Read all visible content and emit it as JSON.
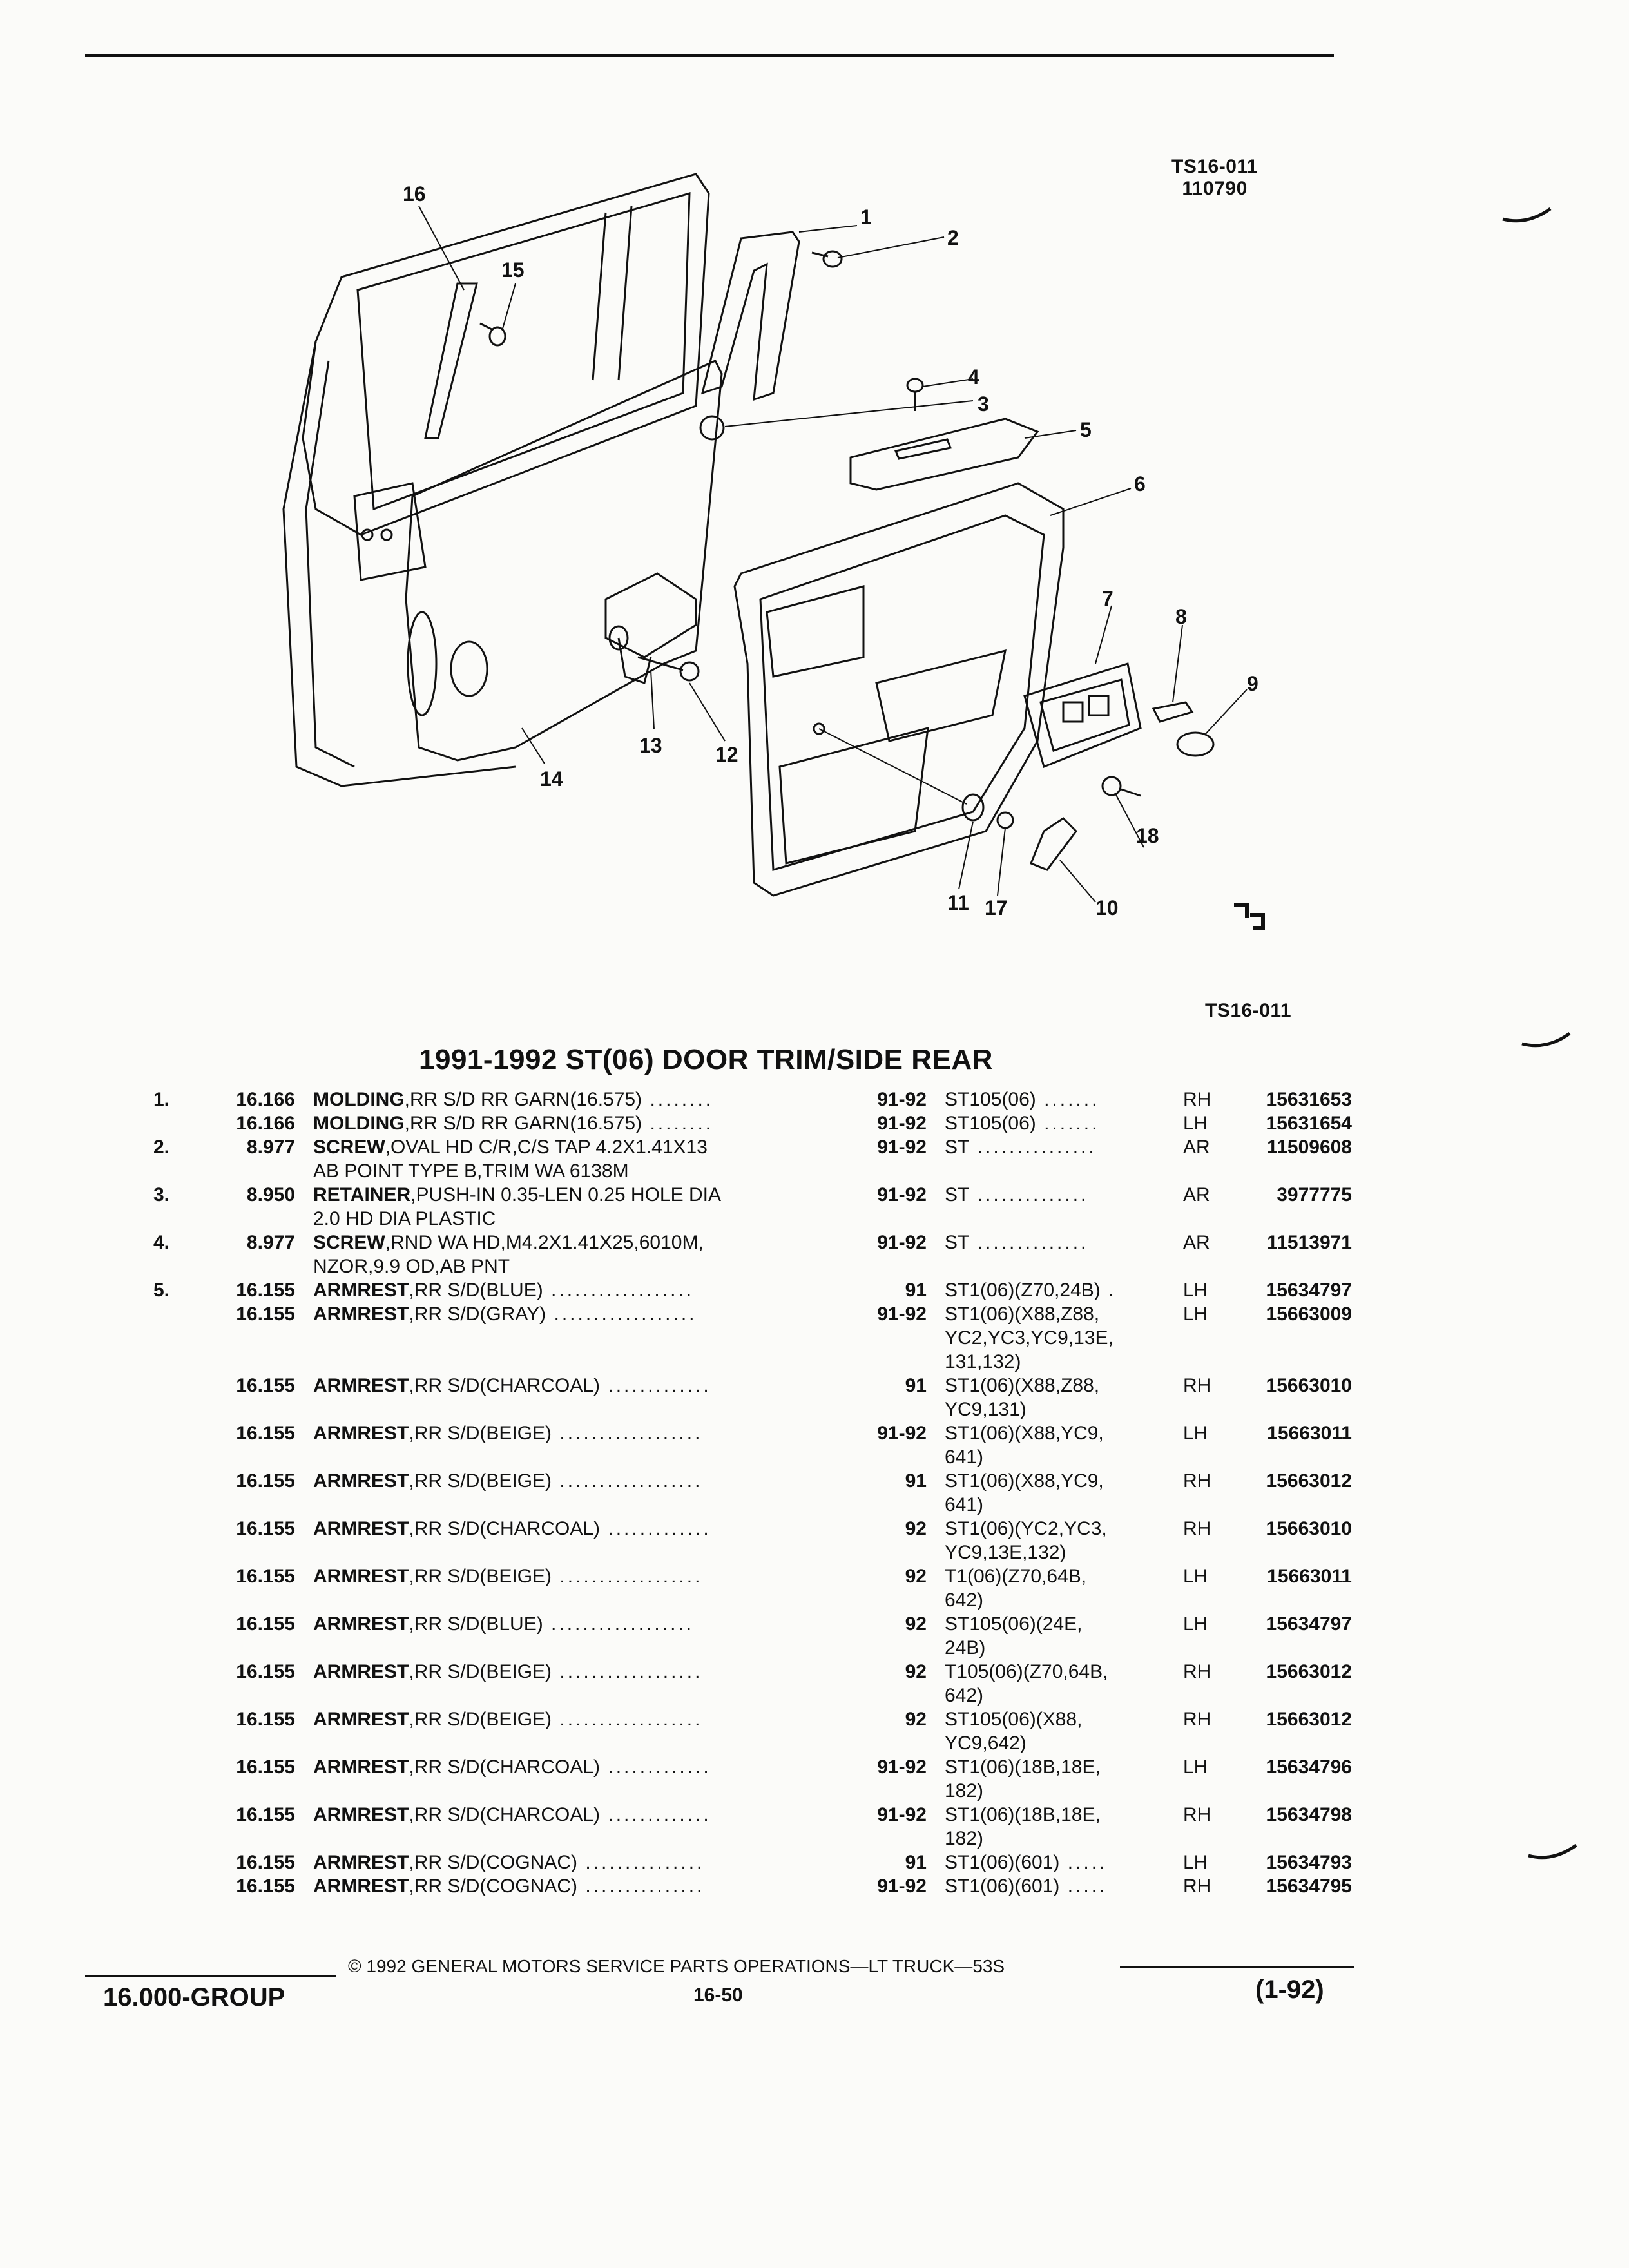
{
  "header": {
    "figure_code_top": "TS16-011",
    "figure_date": "110790",
    "figure_code_bottom": "TS16-011"
  },
  "diagram": {
    "callouts": [
      "1",
      "2",
      "3",
      "4",
      "5",
      "6",
      "7",
      "8",
      "9",
      "10",
      "11",
      "12",
      "13",
      "14",
      "15",
      "16",
      "17",
      "18"
    ]
  },
  "section_title": "1991-1992 ST(06) DOOR TRIM/SIDE REAR",
  "parts": [
    {
      "item": "1.",
      "cat": "16.166",
      "name": "MOLDING",
      "desc": ",RR S/D RR GARN(16.575)",
      "dots": "........",
      "yr": "91-92",
      "model": "ST105(06)",
      "mdots": ".......",
      "side": "RH",
      "part": "15631653"
    },
    {
      "item": "",
      "cat": "16.166",
      "name": "MOLDING",
      "desc": ",RR S/D RR GARN(16.575)",
      "dots": "........",
      "yr": "91-92",
      "model": "ST105(06)",
      "mdots": ".......",
      "side": "LH",
      "part": "15631654"
    },
    {
      "item": "2.",
      "cat": "8.977",
      "name": "SCREW",
      "desc": ",OVAL HD C/R,C/S TAP 4.2X1.41X13",
      "dots": "",
      "yr": "91-92",
      "model": "ST",
      "mdots": "...............",
      "side": "AR",
      "part": "11509608"
    },
    {
      "cont": "AB POINT TYPE B,TRIM WA 6138M"
    },
    {
      "item": "3.",
      "cat": "8.950",
      "name": "RETAINER",
      "desc": ",PUSH-IN 0.35-LEN 0.25 HOLE DIA",
      "dots": "",
      "yr": "91-92",
      "model": "ST",
      "mdots": "..............",
      "side": "AR",
      "part": "3977775"
    },
    {
      "cont": "2.0 HD DIA PLASTIC"
    },
    {
      "item": "4.",
      "cat": "8.977",
      "name": "SCREW",
      "desc": ",RND WA HD,M4.2X1.41X25,6010M,",
      "dots": "",
      "yr": "91-92",
      "model": "ST",
      "mdots": "..............",
      "side": "AR",
      "part": "11513971"
    },
    {
      "cont": "NZOR,9.9 OD,AB PNT"
    },
    {
      "item": "5.",
      "cat": "16.155",
      "name": "ARMREST",
      "desc": ",RR S/D(BLUE)",
      "dots": "..................",
      "yr": "91",
      "model": "ST1(06)(Z70,24B)",
      "mdots": ".",
      "side": "LH",
      "part": "15634797"
    },
    {
      "item": "",
      "cat": "16.155",
      "name": "ARMREST",
      "desc": ",RR S/D(GRAY)",
      "dots": "..................",
      "yr": "91-92",
      "model": "ST1(06)(X88,Z88,",
      "mdots": "",
      "side": "LH",
      "part": "15663009"
    },
    {
      "mcont": "YC2,YC3,YC9,13E,"
    },
    {
      "mcont": "131,132)"
    },
    {
      "gap": true
    },
    {
      "item": "",
      "cat": "16.155",
      "name": "ARMREST",
      "desc": ",RR S/D(CHARCOAL)",
      "dots": ".............",
      "yr": "91",
      "model": "ST1(06)(X88,Z88,",
      "mdots": "",
      "side": "RH",
      "part": "15663010"
    },
    {
      "mcont": "YC9,131)"
    },
    {
      "gap": true
    },
    {
      "item": "",
      "cat": "16.155",
      "name": "ARMREST",
      "desc": ",RR S/D(BEIGE)",
      "dots": "..................",
      "yr": "91-92",
      "model": "ST1(06)(X88,YC9,",
      "mdots": "",
      "side": "LH",
      "part": "15663011"
    },
    {
      "mcont": "641)"
    },
    {
      "gap": true
    },
    {
      "item": "",
      "cat": "16.155",
      "name": "ARMREST",
      "desc": ",RR S/D(BEIGE)",
      "dots": "..................",
      "yr": "91",
      "model": "ST1(06)(X88,YC9,",
      "mdots": "",
      "side": "RH",
      "part": "15663012"
    },
    {
      "mcont": "641)"
    },
    {
      "gap": true
    },
    {
      "item": "",
      "cat": "16.155",
      "name": "ARMREST",
      "desc": ",RR S/D(CHARCOAL)",
      "dots": ".............",
      "yr": "92",
      "model": "ST1(06)(YC2,YC3,",
      "mdots": "",
      "side": "RH",
      "part": "15663010"
    },
    {
      "mcont": "YC9,13E,132)"
    },
    {
      "gap": true
    },
    {
      "item": "",
      "cat": "16.155",
      "name": "ARMREST",
      "desc": ",RR S/D(BEIGE)",
      "dots": "..................",
      "yr": "92",
      "model": "T1(06)(Z70,64B,",
      "mdots": "",
      "side": "LH",
      "part": "15663011"
    },
    {
      "mcont": "642)"
    },
    {
      "gap": true
    },
    {
      "item": "",
      "cat": "16.155",
      "name": "ARMREST",
      "desc": ",RR S/D(BLUE)",
      "dots": "..................",
      "yr": "92",
      "model": "ST105(06)(24E,",
      "mdots": "",
      "side": "LH",
      "part": "15634797"
    },
    {
      "mcont": "24B)"
    },
    {
      "gap": true
    },
    {
      "item": "",
      "cat": "16.155",
      "name": "ARMREST",
      "desc": ",RR S/D(BEIGE)",
      "dots": "..................",
      "yr": "92",
      "model": "T105(06)(Z70,64B,",
      "mdots": "",
      "side": "RH",
      "part": "15663012"
    },
    {
      "mcont": "642)"
    },
    {
      "gap": true
    },
    {
      "item": "",
      "cat": "16.155",
      "name": "ARMREST",
      "desc": ",RR S/D(BEIGE)",
      "dots": "..................",
      "yr": "92",
      "model": "ST105(06)(X88,",
      "mdots": "",
      "side": "RH",
      "part": "15663012"
    },
    {
      "mcont": "YC9,642)"
    },
    {
      "gap": true
    },
    {
      "item": "",
      "cat": "16.155",
      "name": "ARMREST",
      "desc": ",RR S/D(CHARCOAL)",
      "dots": ".............",
      "yr": "91-92",
      "model": "ST1(06)(18B,18E,",
      "mdots": "",
      "side": "LH",
      "part": "15634796"
    },
    {
      "mcont": "182)"
    },
    {
      "gap": true
    },
    {
      "item": "",
      "cat": "16.155",
      "name": "ARMREST",
      "desc": ",RR S/D(CHARCOAL)",
      "dots": ".............",
      "yr": "91-92",
      "model": "ST1(06)(18B,18E,",
      "mdots": "",
      "side": "RH",
      "part": "15634798"
    },
    {
      "mcont": "182)"
    },
    {
      "item": "",
      "cat": "16.155",
      "name": "ARMREST",
      "desc": ",RR S/D(COGNAC)",
      "dots": "...............",
      "yr": "91",
      "model": "ST1(06)(601)",
      "mdots": ".....",
      "side": "LH",
      "part": "15634793"
    },
    {
      "item": "",
      "cat": "16.155",
      "name": "ARMREST",
      "desc": ",RR S/D(COGNAC)",
      "dots": "...............",
      "yr": "91-92",
      "model": "ST1(06)(601)",
      "mdots": ".....",
      "side": "RH",
      "part": "15634795"
    }
  ],
  "footer": {
    "copyright": "© 1992 GENERAL MOTORS SERVICE PARTS OPERATIONS—LT TRUCK—53S",
    "group": "16.000-GROUP",
    "page": "16-50",
    "date": "(1-92)"
  }
}
